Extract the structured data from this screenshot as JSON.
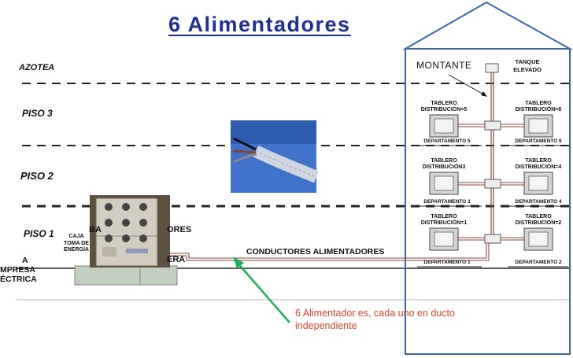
{
  "title": "6  Alimentadores",
  "floors": {
    "azotea": "AZOTEA",
    "piso3": "PISO 3",
    "piso2": "PISO 2",
    "piso1": "PISO 1"
  },
  "building": {
    "montante": "MONTANTE",
    "tanque": [
      "TANQUE",
      "ELEVADO"
    ],
    "tableros": [
      {
        "title1": "TABLERO",
        "title2": "DISTRIBUCIÓN=5",
        "dept": "DEPARTAMENTO 5"
      },
      {
        "title1": "TABLERO",
        "title2": "DISTRIBUCIÓN=6",
        "dept": "DEPARTAMENTO 6"
      },
      {
        "title1": "TABLERO",
        "title2": "DISTRIBUCIÓN3",
        "dept": "DEPARTAMENTO 3"
      },
      {
        "title1": "TABLERO",
        "title2": "DISTRIBUCIÓN=4",
        "dept": "DEPARTAMENTO 4"
      },
      {
        "title1": "TABLERO",
        "title2": "DISTRIBUCIÓN=1",
        "dept": "DEPARTAMENTO 1"
      },
      {
        "title1": "TABLERO",
        "title2": "DISTRIBUCIÓN=2",
        "dept": "DEPARTAMENTO 2"
      }
    ]
  },
  "caja": [
    "CAJA",
    "TOMA DE",
    "ENERGÍA"
  ],
  "ba_label": "BA",
  "ores_label": "ORES",
  "era_label": "ERA",
  "empresa": [
    "A",
    "MPRESA",
    "ÉCTRICA"
  ],
  "conductores": "CONDUCTORES ALIMENTADORES",
  "annotation": "6 Alimentador es, cada uno en ducto independiente",
  "colors": {
    "title": "#1f2f97",
    "building": "#3a66a8",
    "wire": "#8b4a3c",
    "arrow": "#1bb05a",
    "annotation": "#e0452a"
  }
}
